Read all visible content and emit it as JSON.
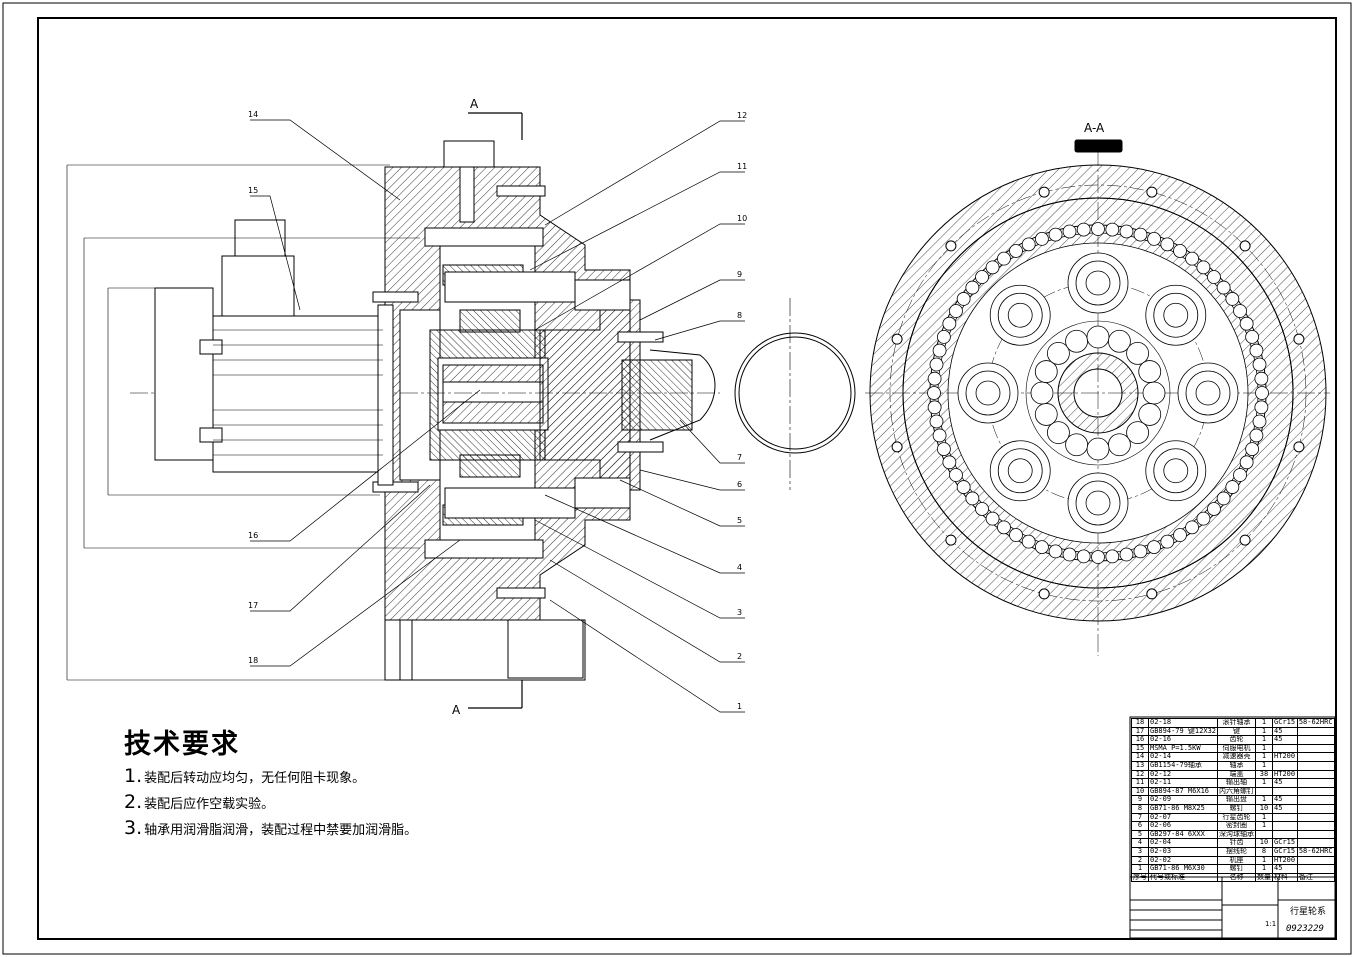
{
  "section_labels": {
    "top_a": "A",
    "bottom_a": "A",
    "section_view": "A-A"
  },
  "part_numbers": [
    "1",
    "2",
    "3",
    "4",
    "5",
    "6",
    "7",
    "8",
    "9",
    "10",
    "11",
    "12",
    "14",
    "15",
    "16",
    "17",
    "18"
  ],
  "technical_requirements": {
    "title": "技术要求",
    "items": [
      {
        "num": "1.",
        "text": "装配后转动应均匀，无任何阻卡现象。"
      },
      {
        "num": "2.",
        "text": "装配后应作空载实验。"
      },
      {
        "num": "3.",
        "text": "轴承用润滑脂润滑，装配过程中禁要加润滑脂。"
      }
    ]
  },
  "bom": [
    {
      "no": "18",
      "code": "02-18",
      "name": "滚针轴承",
      "qty": "1",
      "material": "GCr15",
      "note": "58-62HRC"
    },
    {
      "no": "17",
      "code": "GB894-79 键12X32",
      "name": "键",
      "qty": "1",
      "material": "45",
      "note": ""
    },
    {
      "no": "16",
      "code": "02-16",
      "name": "齿轮",
      "qty": "1",
      "material": "45",
      "note": ""
    },
    {
      "no": "15",
      "code": "MSMA P=1.5KW",
      "name": "伺服电机",
      "qty": "1",
      "material": "",
      "note": ""
    },
    {
      "no": "14",
      "code": "02-14",
      "name": "减速器壳",
      "qty": "1",
      "material": "HT200",
      "note": ""
    },
    {
      "no": "13",
      "code": "GB1154-79轴承",
      "name": "轴承",
      "qty": "1",
      "material": "",
      "note": ""
    },
    {
      "no": "12",
      "code": "02-12",
      "name": "端盖",
      "qty": "38",
      "material": "HT200",
      "note": ""
    },
    {
      "no": "11",
      "code": "02-11",
      "name": "输出轴",
      "qty": "1",
      "material": "45",
      "note": ""
    },
    {
      "no": "10",
      "code": "GB894-87 M6X16",
      "name": "内六角螺钉",
      "qty": "",
      "material": "",
      "note": ""
    },
    {
      "no": "9",
      "code": "02-09",
      "name": "输出盘",
      "qty": "1",
      "material": "45",
      "note": ""
    },
    {
      "no": "8",
      "code": "GB71-86 M8X25",
      "name": "螺钉",
      "qty": "10",
      "material": "45",
      "note": ""
    },
    {
      "no": "7",
      "code": "02-07",
      "name": "行星齿轮",
      "qty": "1",
      "material": "",
      "note": ""
    },
    {
      "no": "6",
      "code": "02-06",
      "name": "密封圈",
      "qty": "1",
      "material": "",
      "note": ""
    },
    {
      "no": "5",
      "code": "GB297-84 6XXX",
      "name": "深沟球轴承",
      "qty": "",
      "material": "",
      "note": ""
    },
    {
      "no": "4",
      "code": "02-04",
      "name": "针齿",
      "qty": "10",
      "material": "GCr15",
      "note": ""
    },
    {
      "no": "3",
      "code": "02-03",
      "name": "摆线轮",
      "qty": "8",
      "material": "GCr15",
      "note": "58-62HRC"
    },
    {
      "no": "2",
      "code": "02-02",
      "name": "机座",
      "qty": "1",
      "material": "HT200",
      "note": ""
    },
    {
      "no": "1",
      "code": "GB71-86 M6X30",
      "name": "螺钉",
      "qty": "1",
      "material": "45",
      "note": ""
    },
    {
      "no": "序号",
      "code": "代号或标准",
      "name": "名称",
      "qty": "数量",
      "material": "材料",
      "note": "备注"
    }
  ],
  "title_block": {
    "title": "行星轮系",
    "code": "0923229",
    "scale": "1:1"
  },
  "colors": {
    "line": "#000000",
    "background": "#ffffff"
  }
}
